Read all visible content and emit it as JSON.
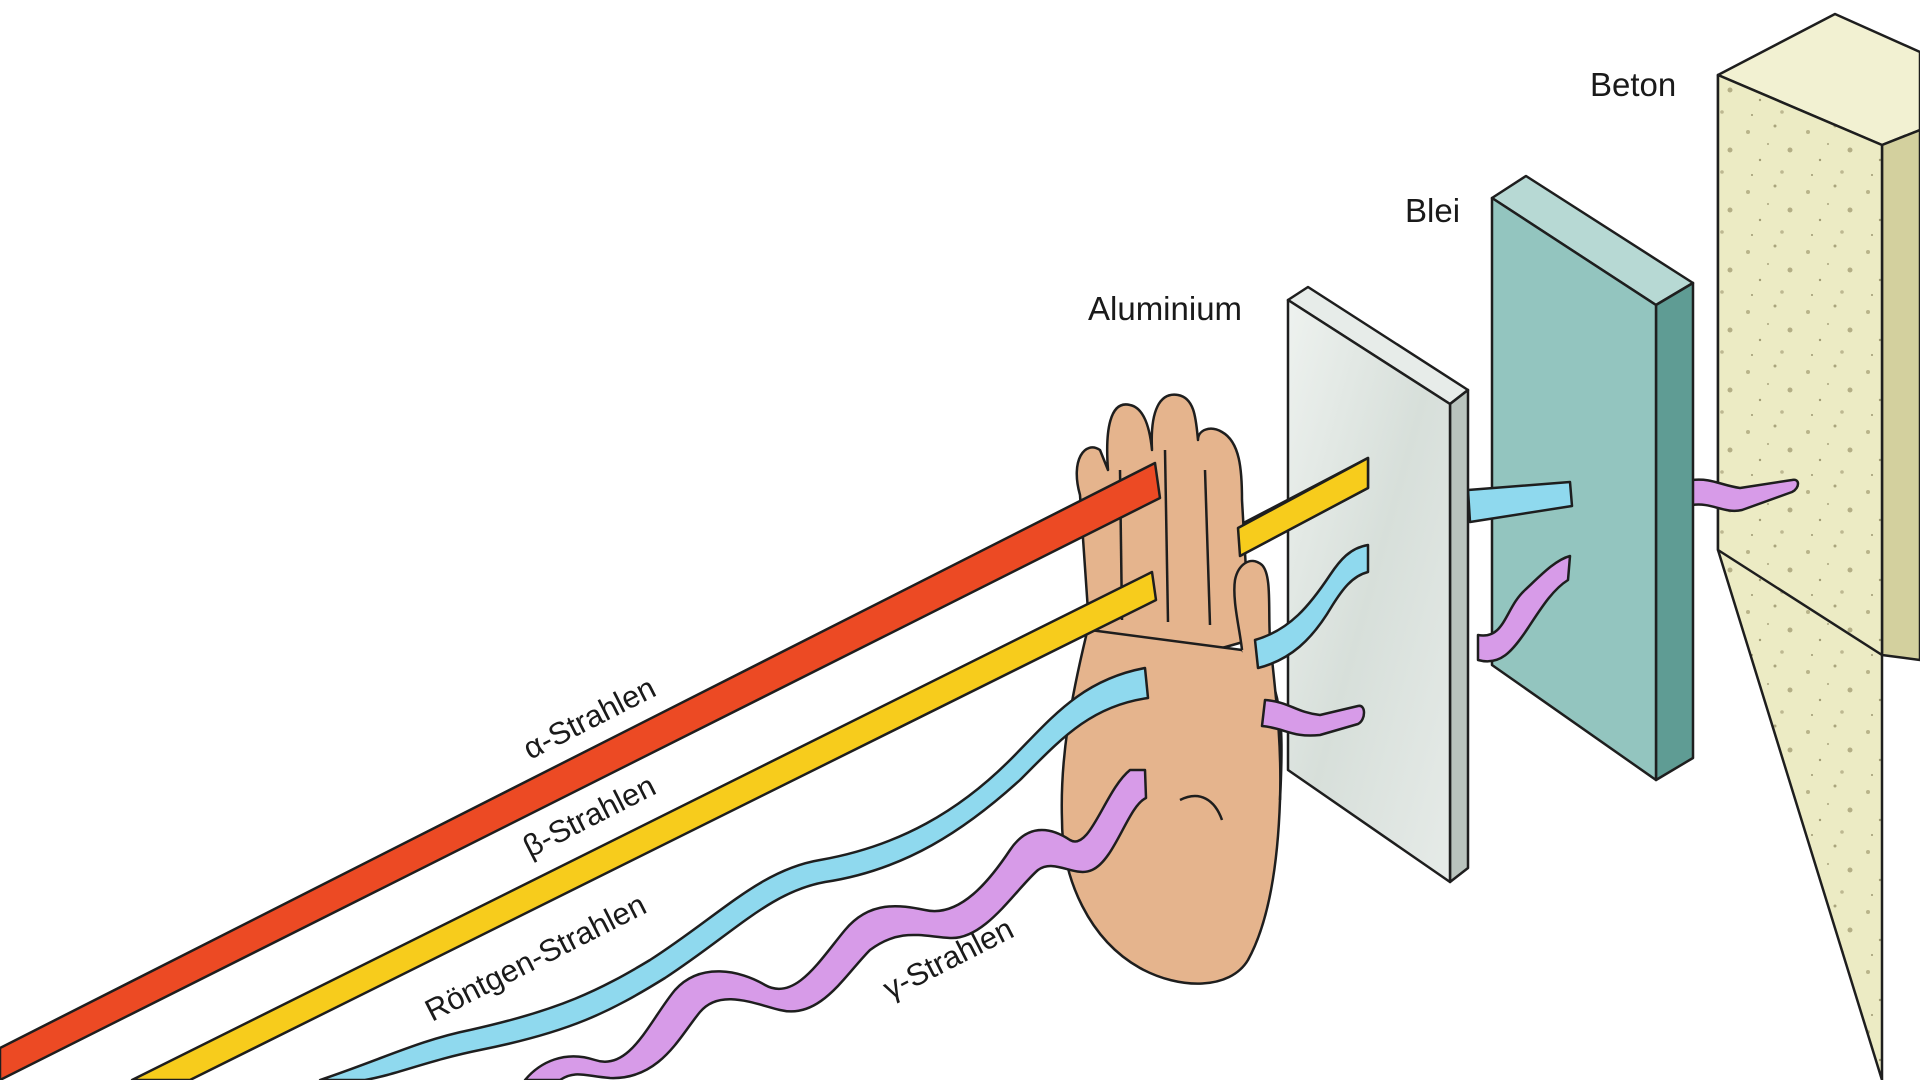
{
  "diagram": {
    "shields": [
      {
        "id": "aluminium",
        "label": "Aluminium",
        "color": "#dfe6e2"
      },
      {
        "id": "blei",
        "label": "Blei",
        "color": "#93c5bf"
      },
      {
        "id": "beton",
        "label": "Beton",
        "color": "#ecebc4"
      }
    ],
    "rays": [
      {
        "id": "alpha",
        "label": "α-Strahlen",
        "color": "#ec4a24",
        "stopped_by": "hand"
      },
      {
        "id": "beta",
        "label": "β-Strahlen",
        "color": "#f7cc1c",
        "stopped_by": "aluminium"
      },
      {
        "id": "xray",
        "label": "Röntgen-Strahlen",
        "color": "#8fd9ee",
        "stopped_by": "blei"
      },
      {
        "id": "gamma",
        "label": "γ-Strahlen",
        "color": "#d79be8",
        "stopped_by": "beton"
      }
    ],
    "hand_color": "#e5b48d",
    "outline_color": "#1e1e1e"
  }
}
